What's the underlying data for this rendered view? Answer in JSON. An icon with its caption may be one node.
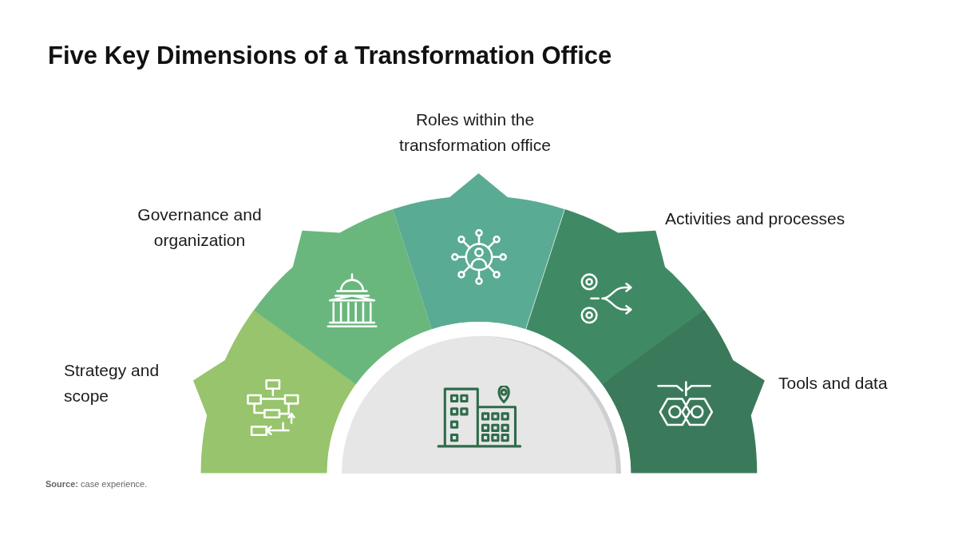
{
  "diagram": {
    "title": "Five Key Dimensions of a Transformation Office",
    "caption": "**Source:** case experience.",
    "nodes": [
      {
        "text": [
          "Strategy and scope"
        ]
      },
      {
        "text": [
          "Governance and organization"
        ]
      },
      {
        "text": [
          "Roles within the transformation office"
        ]
      },
      {
        "text": [
          "Activities and processes"
        ]
      },
      {
        "text": [
          "Tools and data"
        ]
      },
      {
        "text": [],
        "shape": "circle"
      }
    ]
  }
}
